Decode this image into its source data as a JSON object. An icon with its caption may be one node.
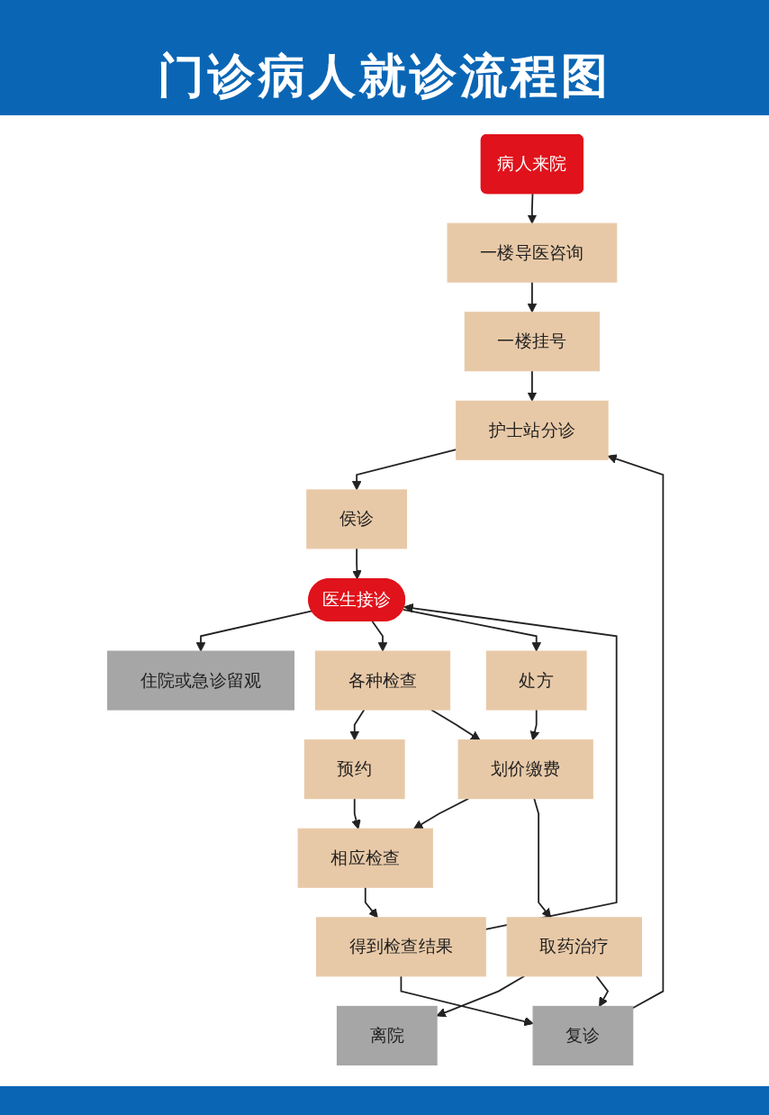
{
  "diagram": {
    "title": "门诊病人就诊流程图",
    "nodes": [
      {
        "text": [
          "病人来院"
        ]
      },
      {
        "text": [
          "一楼导医咨询"
        ]
      },
      {
        "text": [
          "一楼挂号"
        ]
      },
      {
        "text": [
          "护士站分诊"
        ]
      },
      {
        "text": [
          "侯诊"
        ]
      },
      {
        "text": [
          "医生接诊"
        ]
      },
      {
        "text": [
          "住院或急诊留观"
        ]
      },
      {
        "text": [
          "预约"
        ]
      },
      {
        "text": [
          "各种检查"
        ]
      },
      {
        "text": [
          "处方"
        ]
      },
      {
        "text": [
          "相应检查"
        ]
      },
      {
        "text": [
          "划价缴费"
        ]
      },
      {
        "text": [
          "得到检查结果"
        ]
      },
      {
        "text": [
          "取药治疗"
        ]
      },
      {
        "text": [
          "离院"
        ]
      },
      {
        "text": [
          "复诊"
        ]
      }
    ],
    "edges": [
      {
        "from": 0,
        "to": 1,
        "arrow": "to"
      },
      {
        "from": 1,
        "to": 2,
        "arrow": "to"
      },
      {
        "from": 2,
        "to": 3,
        "arrow": "to"
      },
      {
        "from": 3,
        "to": 4,
        "arrow": "to"
      },
      {
        "from": 4,
        "to": 5,
        "arrow": "to"
      },
      {
        "from": 5,
        "to": 6,
        "arrow": "to"
      },
      {
        "from": 5,
        "to": 8,
        "arrow": "to"
      },
      {
        "from": 5,
        "to": 9,
        "arrow": "to"
      },
      {
        "from": 8,
        "to": 7,
        "arrow": "to"
      },
      {
        "from": 7,
        "to": 10,
        "arrow": "to"
      },
      {
        "from": 8,
        "to": 11,
        "arrow": "to"
      },
      {
        "from": 9,
        "to": 11,
        "arrow": "to"
      },
      {
        "from": 11,
        "to": 10,
        "arrow": "to"
      },
      {
        "from": 10,
        "to": 12,
        "arrow": "to"
      },
      {
        "from": 11,
        "to": 13,
        "arrow": "to"
      },
      {
        "from": 13,
        "to": 14,
        "arrow": "to"
      },
      {
        "from": 13,
        "to": 15,
        "arrow": "to"
      },
      {
        "from": 12,
        "to": 15,
        "arrow": "to"
      },
      {
        "from": 12,
        "to": 5,
        "arrow": "to"
      },
      {
        "from": 15,
        "to": 3,
        "arrow": "to"
      }
    ]
  }
}
